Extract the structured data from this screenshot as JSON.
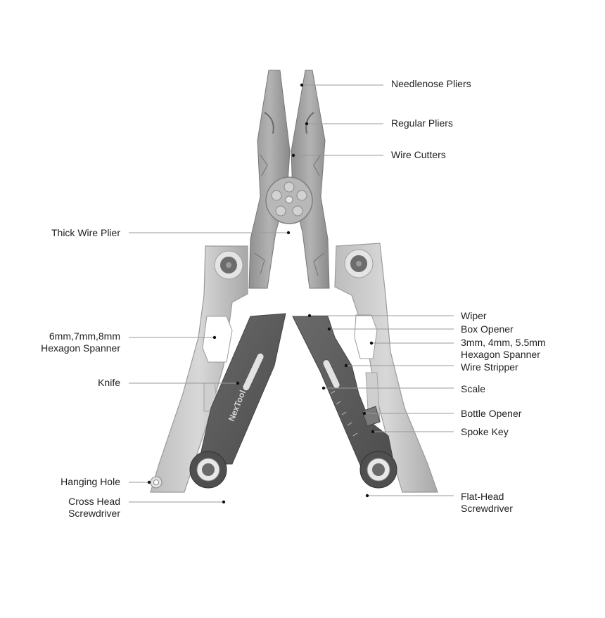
{
  "diagram": {
    "brand_mark": "NexTool",
    "right_labels": {
      "needlenose": "Needlenose Pliers",
      "regular": "Regular Pliers",
      "wire_cutters": "Wire Cutters",
      "wiper": "Wiper",
      "box_opener": "Box Opener",
      "hex_small_1": "3mm, 4mm, 5.5mm",
      "hex_small_2": "Hexagon Spanner",
      "wire_stripper": "Wire Stripper",
      "scale": "Scale",
      "bottle_opener": "Bottle Opener",
      "spoke_key": "Spoke Key",
      "flat_head_1": "Flat-Head",
      "flat_head_2": "Screwdriver"
    },
    "left_labels": {
      "thick_wire": "Thick Wire Plier",
      "hex_large_1": "6mm,7mm,8mm",
      "hex_large_2": "Hexagon Spanner",
      "knife": "Knife",
      "hanging_hole": "Hanging Hole",
      "cross_head_1": "Cross Head",
      "cross_head_2": "Screwdriver"
    },
    "colors": {
      "steel_light": "#c9c9c9",
      "steel_mid": "#a9a9a9",
      "steel_dark": "#7d7d7d",
      "blade_dark": "#5b5b5b",
      "leader_line": "#9a9a9a",
      "text": "#1f1f1f"
    }
  }
}
